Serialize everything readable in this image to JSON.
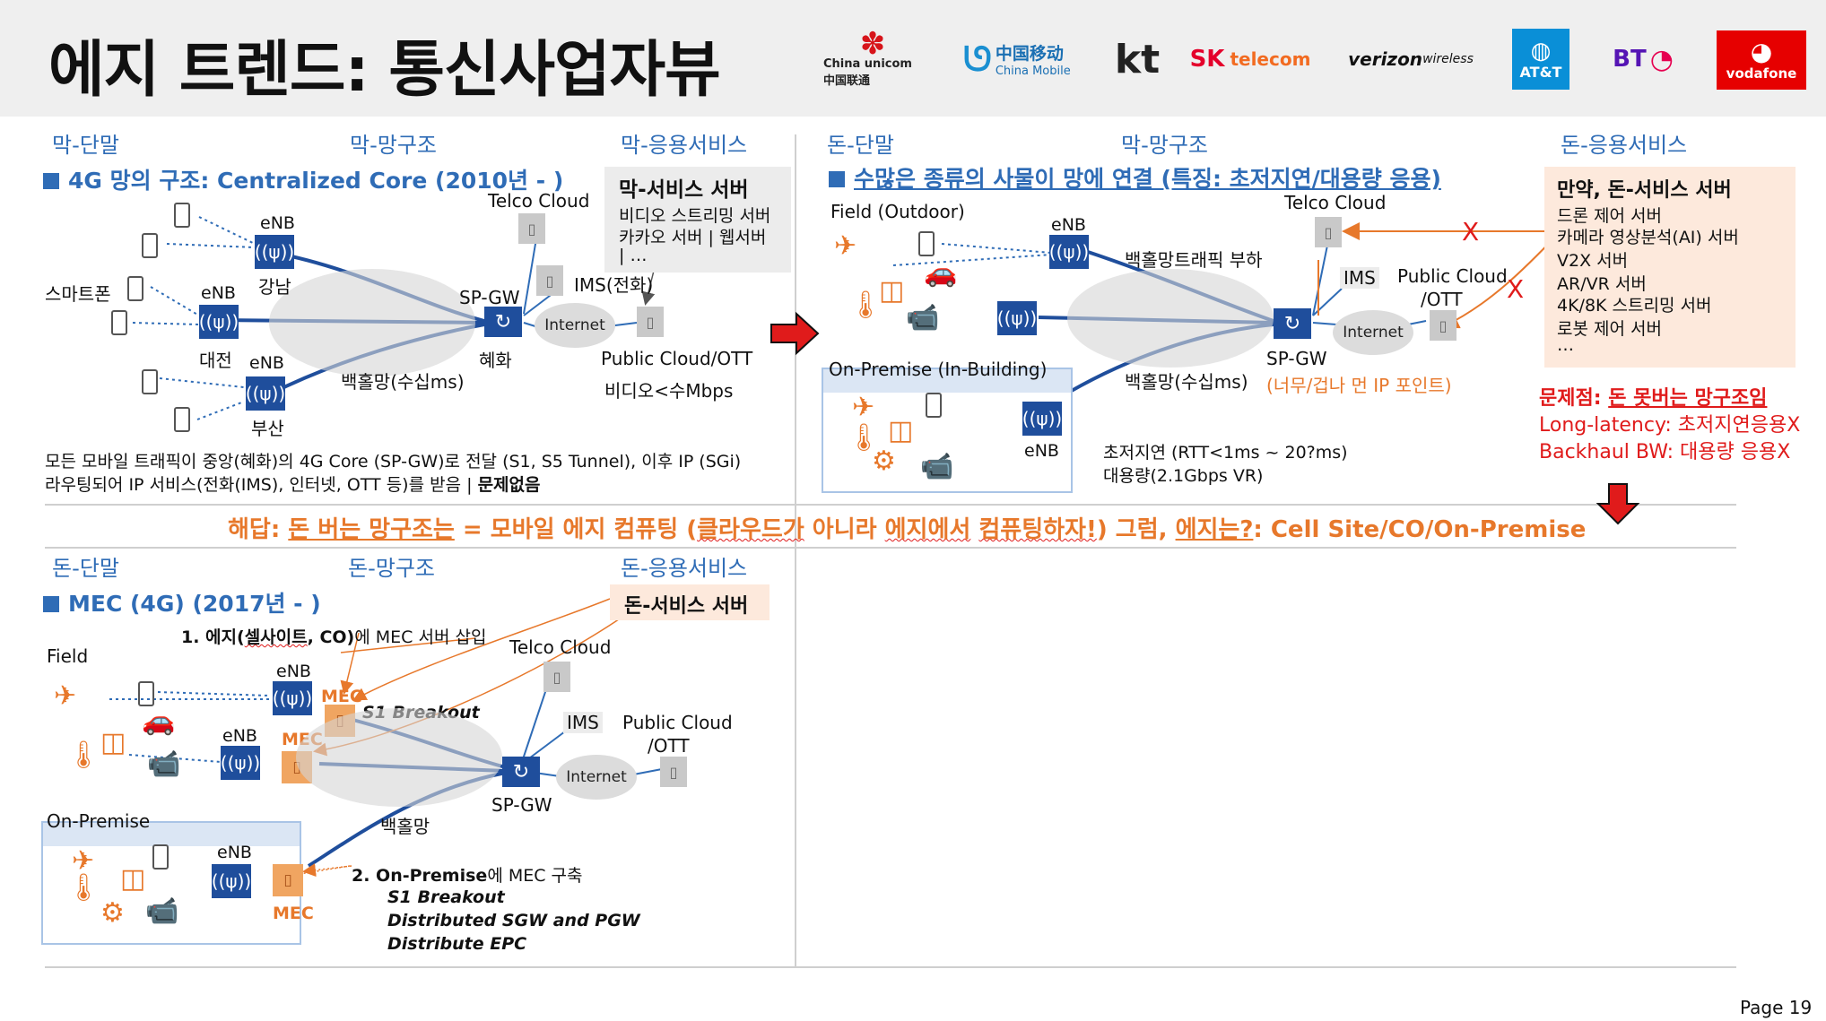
{
  "title": "에지 트렌드: 통신사업자뷰",
  "logos": {
    "china_unicom": "China unicom中国联通",
    "china_mobile_cn": "中国移动",
    "china_mobile_en": "China Mobile",
    "kt": "kt",
    "sk_1": "SK",
    "sk_2": "telecom",
    "verizon_1": "verizon",
    "verizon_2": "wireless",
    "att": "AT&T",
    "bt": "BT",
    "vodafone": "vodafone"
  },
  "q1": {
    "col1": "막-단말",
    "col2": "막-망구조",
    "col3": "막-응용서비스",
    "heading_ko": "4G 망의 구조",
    "heading_en": ": Centralized Core (2010년 - )",
    "server_title": "막-서비스 서버",
    "server_lines": [
      "비디오 스트리밍 서버",
      "카카오 서버 | 웹서버",
      "| …"
    ],
    "telco_cloud": "Telco Cloud",
    "enb": "eNB",
    "gangnam": "강남",
    "daejeon": "대전",
    "busan": "부산",
    "smartphone": "스마트폰",
    "spgw": "SP-GW",
    "hyehwa": "혜화",
    "ims": "IMS(전화)",
    "internet": "Internet",
    "public_cloud": "Public Cloud/OTT",
    "video_speed": "비디오<수Mbps",
    "backhaul": "백홀망(수십ms)",
    "desc1": "모든 모바일 트래픽이 중앙(혜화)의 4G Core (SP-GW)로 전달 (S1, S5 Tunnel), 이후 IP (SGi)",
    "desc2": "라우팅되어 IP 서비스(전화(IMS), 인터넷, OTT 등)를 받음 | ",
    "desc2_bold": "문제없음"
  },
  "q2": {
    "col1": "돈-단말",
    "col2": "막-망구조",
    "col3": "돈-응용서비스",
    "heading": "수많은 종류의 사물이 망에 연결 (특징: 초저지연/대용량 응용)",
    "field": "Field (Outdoor)",
    "enb": "eNB",
    "traffic_load": "백홀망트래픽 부하",
    "telco_cloud": "Telco Cloud",
    "ims": "IMS",
    "public_cloud_1": "Public Cloud",
    "public_cloud_2": "/OTT",
    "internet": "Internet",
    "spgw": "SP-GW",
    "spgw_note": "(너무/겁나 먼 IP 포인트)",
    "backhaul": "백홀망(수십ms)",
    "on_premise": "On-Premise (In-Building)",
    "latency": "초저지연 (RTT<1ms ~ 20?ms)",
    "capacity": "대용량(2.1Gbps VR)",
    "x_mark": "X",
    "server_title": "만약, 돈-서비스 서버",
    "server_lines": [
      "드론 제어 서버",
      "카메라 영상분석(AI) 서버",
      "V2X 서버",
      "AR/VR 서버",
      "4K/8K 스트리밍 서버",
      "로봇 제어 서버",
      "…"
    ],
    "problem_title_1": "문제점: ",
    "problem_title_2": "돈 못버는 망구조임",
    "problem_line1": "Long-latency: 초저지연응용X",
    "problem_line2": "Backhaul BW: 대용량 응용X"
  },
  "answer": {
    "p1": "해답: ",
    "p2": "돈 버는 망구조는",
    "p3": " = 모바일 에지 컴퓨팅 (",
    "p4": "클라우드가",
    "p5": " 아니라 ",
    "p6": "에지에서",
    "p7": " ",
    "p8": "컴퓨팅하자!",
    "p9": ") 그럼, ",
    "p10": "에지는?",
    "p11": ": Cell Site/CO/On-Premise"
  },
  "q3": {
    "col1": "돈-단말",
    "col2": "돈-망구조",
    "col3": "돈-응용서비스",
    "heading": "MEC (4G) (2017년 - )",
    "server_title": "돈-서비스 서버",
    "step1_a": "1. 에지(",
    "step1_b": "셀사이트",
    "step1_c": ", CO)",
    "step1_d": "에 MEC 서버 삽입",
    "field": "Field",
    "enb": "eNB",
    "mec": "MEC",
    "s1_breakout": "S1 Breakout",
    "telco_cloud": "Telco Cloud",
    "ims": "IMS",
    "public_cloud_1": "Public Cloud",
    "public_cloud_2": "/OTT",
    "internet": "Internet",
    "spgw": "SP-GW",
    "backhaul": "백홀망",
    "on_premise": "On-Premise",
    "step2_a": "2. On-Premise",
    "step2_b": "에 MEC 구축",
    "step2_l1": "S1 Breakout",
    "step2_l2": "Distributed SGW and PGW",
    "step2_l3": "Distribute EPC"
  },
  "page": "Page 19"
}
